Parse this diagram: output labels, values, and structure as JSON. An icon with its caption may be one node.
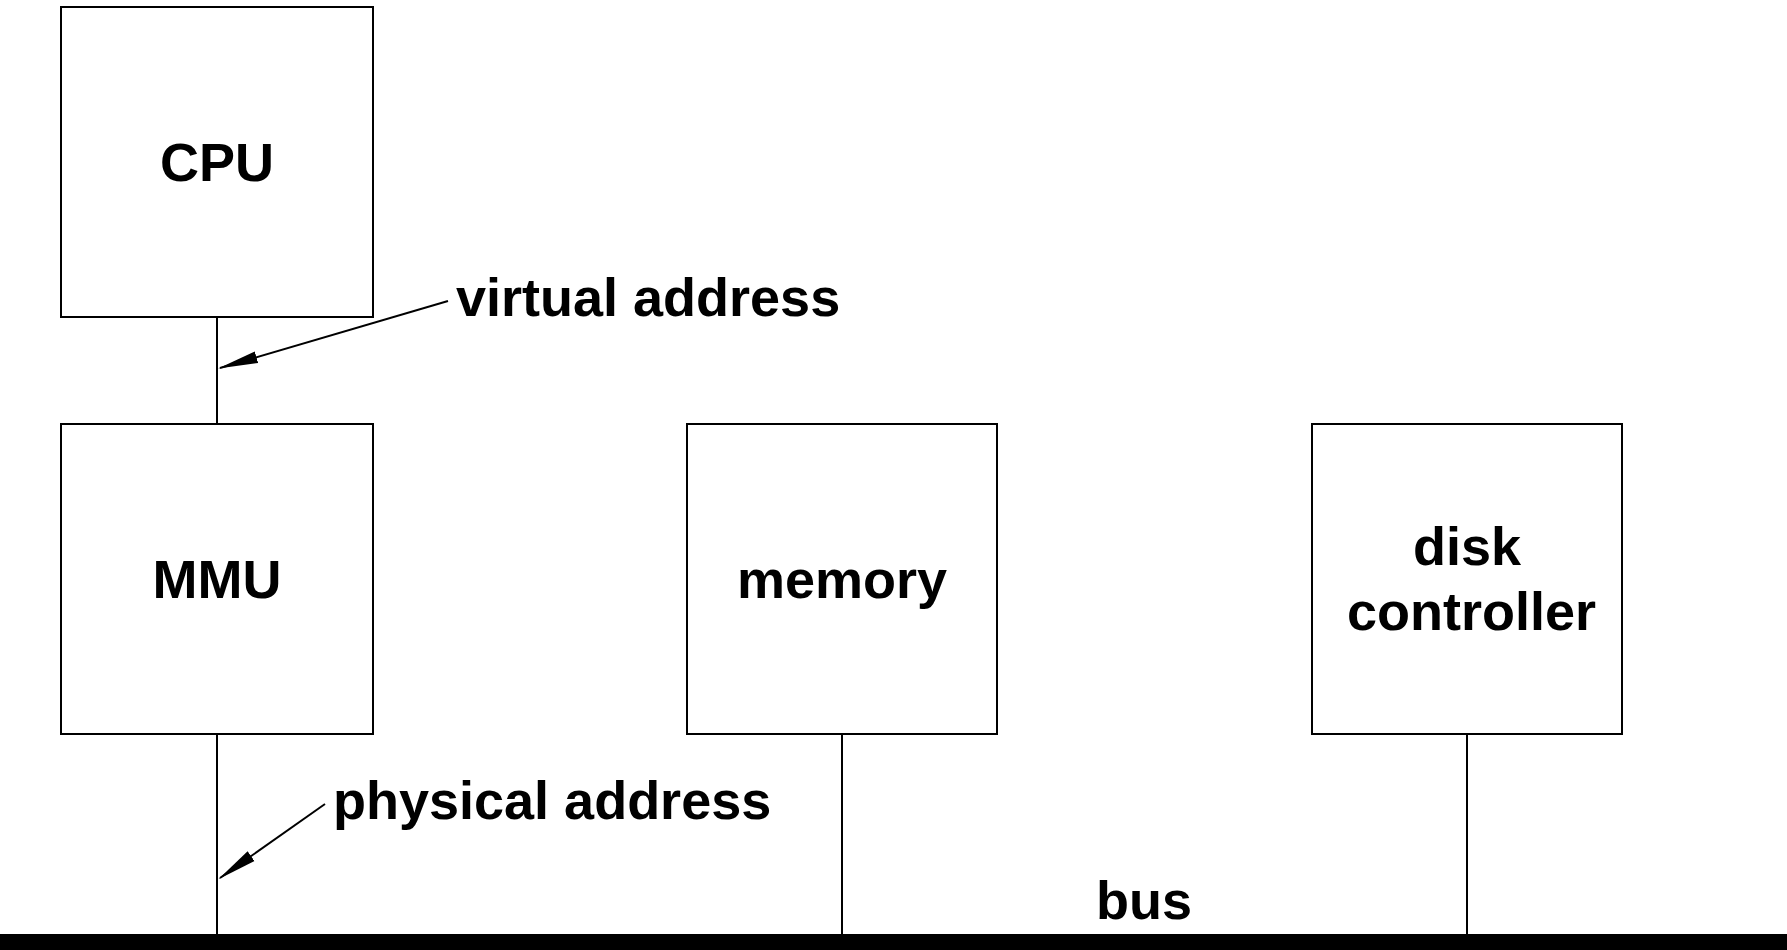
{
  "diagram": {
    "nodes": [
      {
        "text": [
          "CPU"
        ]
      },
      {
        "text": [
          "MMU"
        ]
      },
      {
        "text": [
          "memory"
        ]
      },
      {
        "text": [
          "disk controller"
        ]
      },
      {
        "text": [
          "bus"
        ]
      },
      {
        "text": [
          "virtual address"
        ]
      },
      {
        "text": [
          "physical address"
        ]
      }
    ],
    "edges": [
      {
        "from": 0,
        "to": 1,
        "arrow": "none"
      },
      {
        "from": 1,
        "to": 4,
        "arrow": "none"
      },
      {
        "from": 2,
        "to": 4,
        "arrow": "none"
      },
      {
        "from": 3,
        "to": 4,
        "arrow": "none"
      },
      {
        "from": 5,
        "to": null,
        "arrow": "to"
      },
      {
        "from": 6,
        "to": null,
        "arrow": "to"
      }
    ]
  }
}
